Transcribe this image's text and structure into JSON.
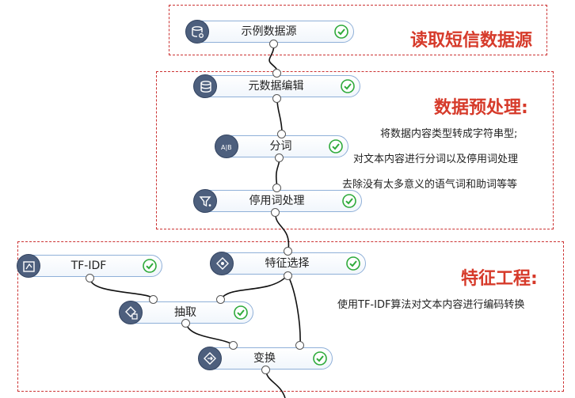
{
  "sections": [
    {
      "id": "read",
      "title": "读取短信数据源",
      "notes": []
    },
    {
      "id": "preprocess",
      "title": "数据预处理:",
      "notes": [
        "将数据内容类型转成字符串型;",
        "对文本内容进行分词以及停用词处理",
        "去除没有太多意义的语气词和助词等等"
      ]
    },
    {
      "id": "feature",
      "title": "特征工程:",
      "notes": [
        "使用TF-IDF算法对文本内容进行编码转换"
      ]
    }
  ],
  "nodes": {
    "sample_source": {
      "label": "示例数据源",
      "icon": "database-icon",
      "status": "success"
    },
    "metadata_edit": {
      "label": "元数据编辑",
      "icon": "metadata-icon",
      "status": "success"
    },
    "tokenize": {
      "label": "分词",
      "icon": "tokenize-icon",
      "status": "success"
    },
    "stopwords": {
      "label": "停用词处理",
      "icon": "filter-icon",
      "status": "success"
    },
    "tfidf": {
      "label": "TF-IDF",
      "icon": "tfidf-icon",
      "status": "success"
    },
    "feature_select": {
      "label": "特征选择",
      "icon": "feature-select-icon",
      "status": "success"
    },
    "extract": {
      "label": "抽取",
      "icon": "extract-icon",
      "status": "success"
    },
    "transform": {
      "label": "变换",
      "icon": "transform-icon",
      "status": "success"
    }
  },
  "colors": {
    "accent": "#d63a2a",
    "node_border": "#8fb0d8",
    "icon_bg": "#4d5f7d",
    "check": "#2eaa3a"
  }
}
